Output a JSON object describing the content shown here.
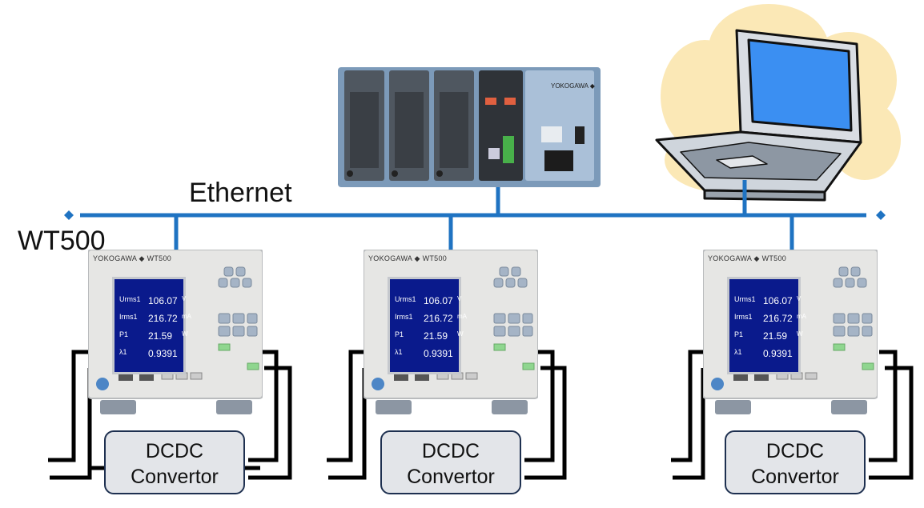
{
  "labels": {
    "ethernet": "Ethernet",
    "device_name": "WT500"
  },
  "converters": [
    {
      "line1": "DCDC",
      "line2": "Convertor"
    },
    {
      "line1": "DCDC",
      "line2": "Convertor"
    },
    {
      "line1": "DCDC",
      "line2": "Convertor"
    }
  ],
  "analyzer": {
    "brand": "YOKOGAWA ◆ WT500",
    "readings": [
      {
        "name": "Urms1",
        "value": "106.07",
        "unit": "V"
      },
      {
        "name": "Irms1",
        "value": "216.72",
        "unit": "mA"
      },
      {
        "name": "P1",
        "value": "21.59",
        "unit": "W"
      },
      {
        "name": "λ1",
        "value": "0.9391",
        "unit": ""
      }
    ]
  },
  "daq": {
    "brand": "YOKOGAWA ◆"
  },
  "colors": {
    "network_line": "#1f73c2",
    "converter_fill": "#e3e5e9",
    "converter_border": "#1e3050",
    "screen": "#0a1a8c",
    "cloud": "#fbe8b6",
    "laptop_screen": "#3b8ff2"
  },
  "icons": [
    "laptop-icon",
    "daq-device-icon",
    "power-analyzer-icon"
  ]
}
